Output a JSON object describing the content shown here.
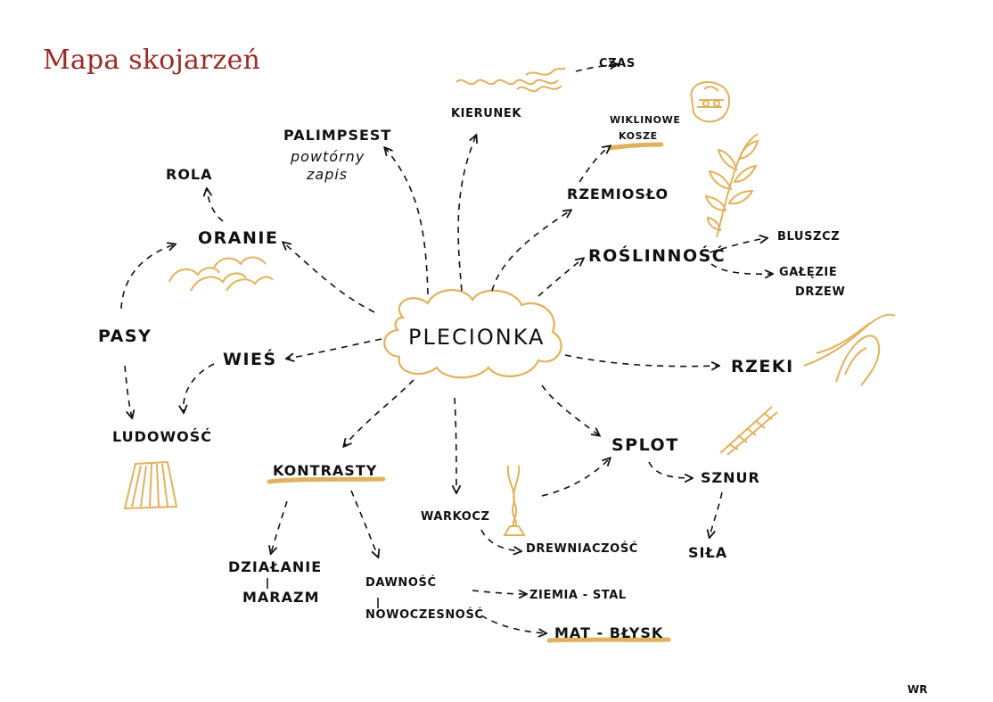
{
  "title": "Mapa skojarzeń",
  "colors": {
    "title": "#9a2b26",
    "accent": "#e0b25d",
    "ink": "#111111"
  },
  "center": "Plecionka",
  "nodes": {
    "czas": "czas",
    "kierunek": "kierunek",
    "palimpsest": "palimpsest",
    "powtorny_zapis_1": "powtórny",
    "powtorny_zapis_2": "zapis",
    "rola": "rola",
    "oranie": "oranie",
    "wiklinowe_1": "wiklinowe",
    "wiklinowe_2": "kosze",
    "rzemioslo": "rzemiosło",
    "roslinnosc": "roślinność",
    "bluszcz": "bluszcz",
    "galezie_1": "gałęzie",
    "galezie_2": "drzew",
    "pasy": "pasy",
    "wies": "wieś",
    "ludowosc": "ludowość",
    "rzeki": "rzeki",
    "splot": "splot",
    "sznur": "sznur",
    "sila": "siła",
    "kontrasty": "kontrasty",
    "warkocz": "warkocz",
    "drewnianosc": "drewniaczość",
    "dzialanie": "działanie",
    "marazm": "marazm",
    "dawnosc": "dawność",
    "nowoczesnosc": "nowoczesność",
    "ziemia_stal": "ziemia - stal",
    "mat_blysk": "mat - błysk"
  },
  "signature": "wr"
}
